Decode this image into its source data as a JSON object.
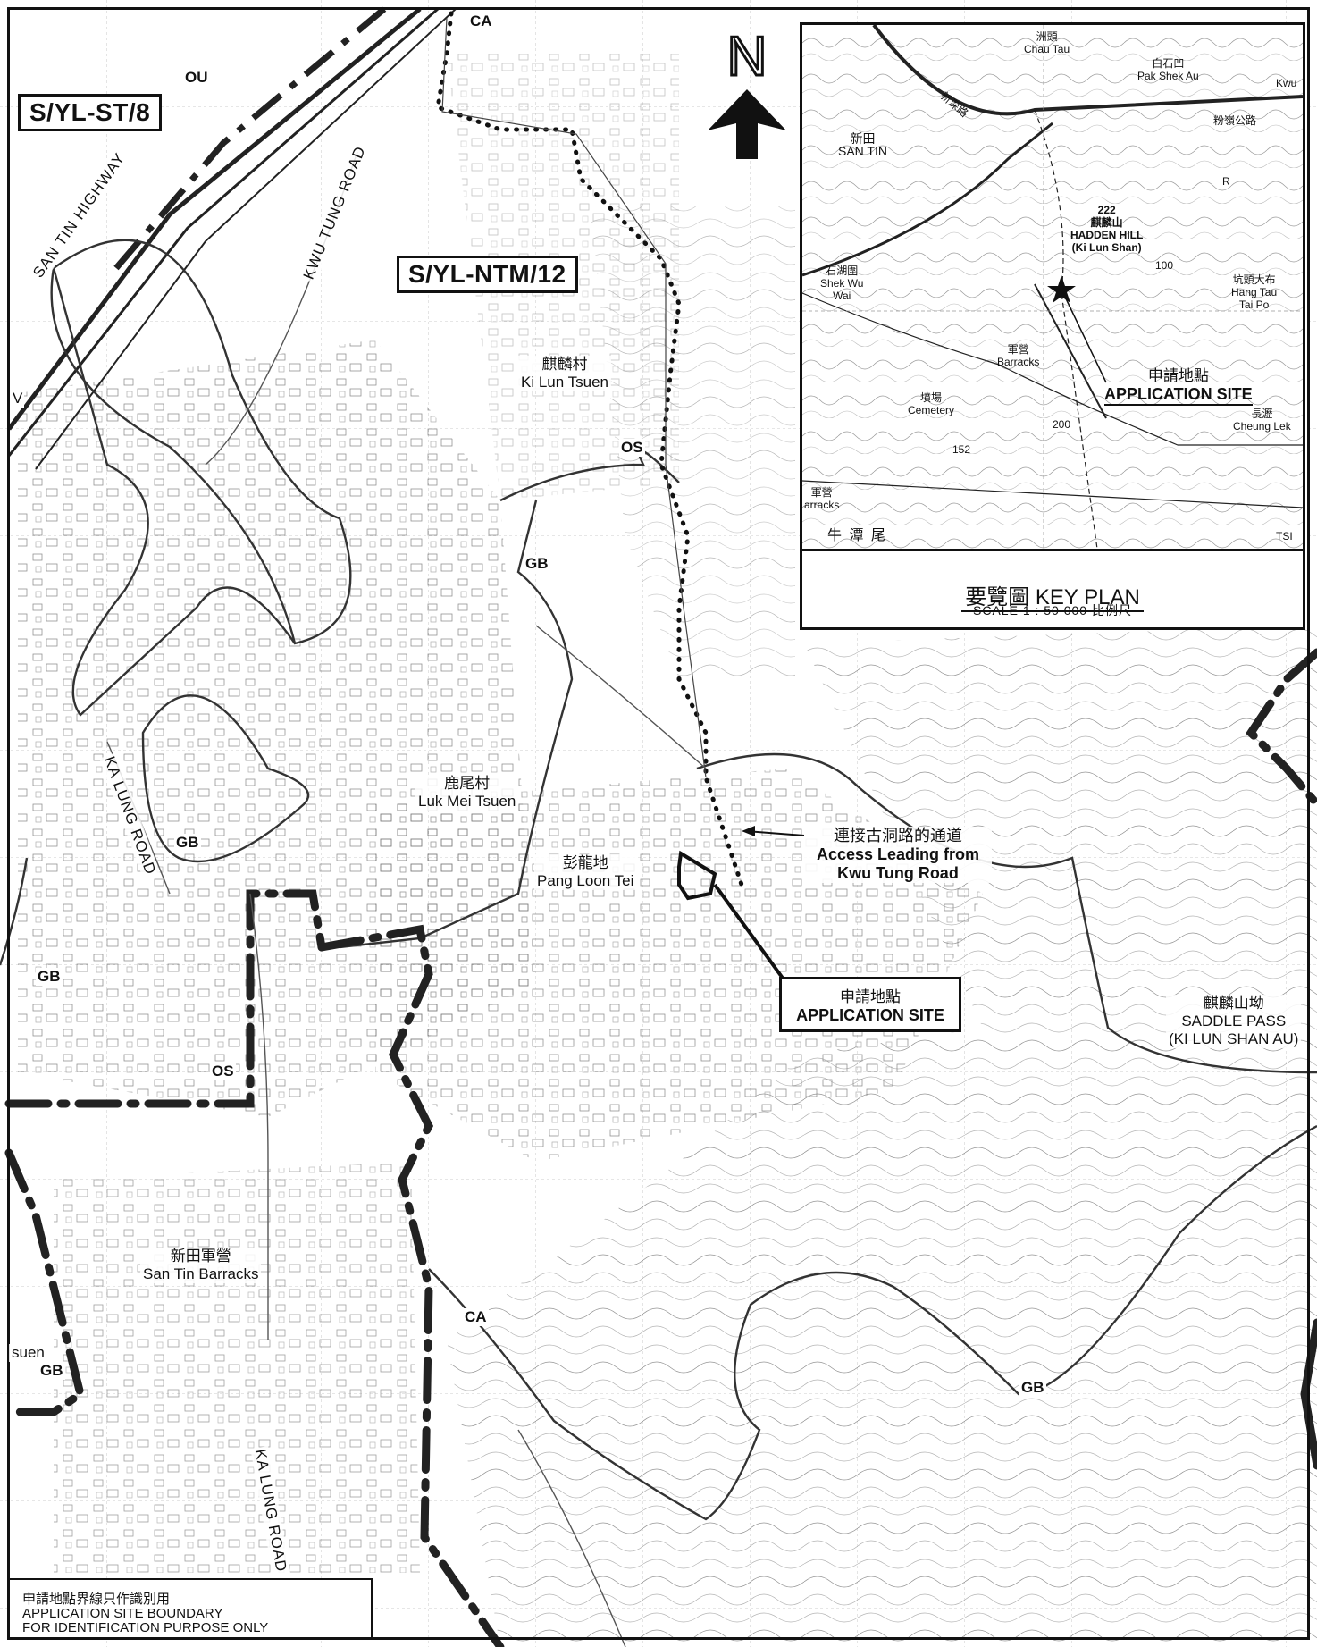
{
  "plans": {
    "st8": "S/YL-ST/8",
    "ntm12": "S/YL-NTM/12"
  },
  "north_letter": "N",
  "zones": {
    "ca_top": "CA",
    "ou": "OU",
    "os_mid": "OS",
    "gb_mid": "GB",
    "gb_left": "GB",
    "gb_west": "GB",
    "os_lower": "OS",
    "ca_lower": "CA",
    "gb_lower_left": "GB",
    "gb_lower_right": "GB",
    "v": "V"
  },
  "places": {
    "ki_lun_tsuen_zh": "麒麟村",
    "ki_lun_tsuen_en": "Ki Lun Tsuen",
    "luk_mei_tsuen_zh": "鹿尾村",
    "luk_mei_tsuen_en": "Luk Mei Tsuen",
    "pang_loon_tei_zh": "彭龍地",
    "pang_loon_tei_en": "Pang Loon Tei",
    "san_tin_barracks_zh": "新田軍營",
    "san_tin_barracks_en": "San Tin Barracks",
    "saddle_pass_zh": "麒麟山坳",
    "saddle_pass_en": "SADDLE PASS",
    "saddle_pass_en2": "(KI LUN SHAN AU)",
    "suen": "suen"
  },
  "roads": {
    "san_tin_highway": "SAN TIN HIGHWAY",
    "kwu_tung_road": "KWU TUNG ROAD",
    "ka_lung_road": "KA LUNG ROAD",
    "ka_lung_road_south": "KA LUNG ROAD"
  },
  "access": {
    "zh": "連接古洞路的通道",
    "en1": "Access Leading from",
    "en2": "Kwu Tung Road"
  },
  "application_site": {
    "zh": "申請地點",
    "en": "APPLICATION SITE"
  },
  "key_plan": {
    "title": "要覽圖  KEY PLAN",
    "scale": "SCALE   1 : 50 000   比例尺",
    "app_zh": "申請地點",
    "app_en": "APPLICATION SITE",
    "labels": {
      "chau_tau_zh": "洲頭",
      "chau_tau_en": "Chau Tau",
      "pak_shek_au_zh": "白石凹",
      "pak_shek_au_en": "Pak Shek Au",
      "kwu": "Kwu",
      "san_tin_zh": "新田",
      "san_tin_en": "SAN TIN",
      "hadden_zh": "麒麟山",
      "hadden_en": "HADDEN HILL",
      "hadden_en2": "(Ki Lun Shan)",
      "height_222": "222",
      "shek_wu_wai_zh": "石湖圍",
      "shek_wu_wai_en": "Shek Wu",
      "shek_wu_wai_en2": "Wai",
      "hang_tau_zh": "坑頭大布",
      "hang_tau_en": "Hang Tau",
      "tai_po": "Tai Po",
      "barracks_zh": "軍營",
      "barracks_en": "Barracks",
      "cemetery_zh": "墳場",
      "cemetery_en": "Cemetery",
      "cheung_lek_zh": "長瀝",
      "cheung_lek_en": "Cheung Lek",
      "h152": "152",
      "h200": "200",
      "h100": "100",
      "barracks_left_zh": "軍營",
      "barracks_left_en": "arracks",
      "ngau_tam_mei": "牛  潭  尾",
      "tsi": "TSI",
      "fanling_rd": "粉嶺公路",
      "san_tin_rd": "新深路",
      "r_marker": "R"
    }
  },
  "legend": {
    "line1": "申請地點界線只作識別用",
    "line2": "APPLICATION SITE BOUNDARY",
    "line3": "FOR IDENTIFICATION PURPOSE ONLY"
  }
}
